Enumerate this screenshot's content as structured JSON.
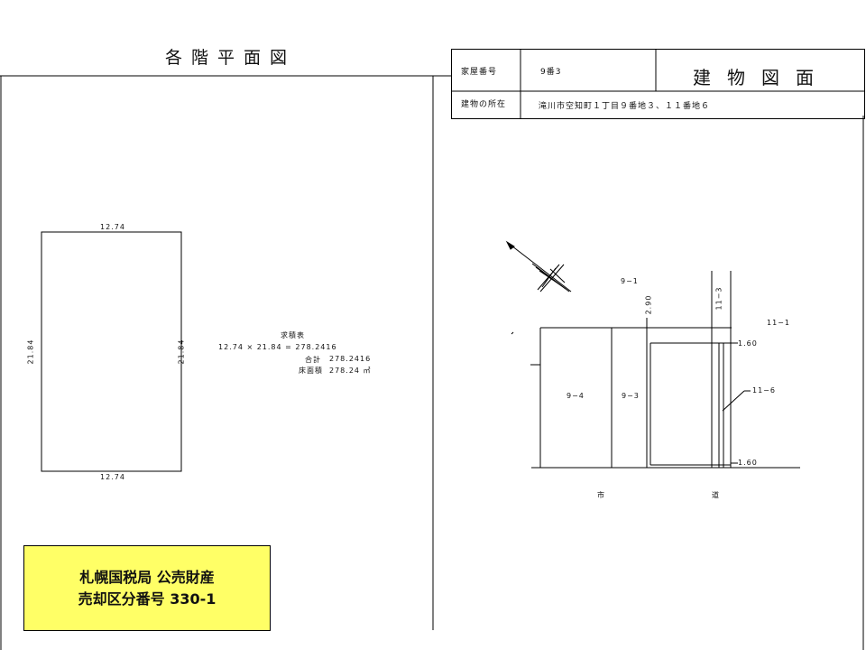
{
  "header": {
    "left_title": "各階平面図",
    "right_title": "建物図面"
  },
  "info": {
    "house_number_label": "家屋番号",
    "house_number_value": "9番3",
    "location_label": "建物の所在",
    "location_value": "滝川市空知町１丁目９番地３、１１番地６"
  },
  "floor_plan": {
    "top_width": "12.74",
    "bottom_width": "12.74",
    "left_height": "21.84",
    "right_height": "21.84"
  },
  "area_calc": {
    "title": "求積表",
    "formula": "12.74 × 21.84 = 278.2416",
    "total_label": "合計",
    "total_value": "278.2416",
    "floor_area_label": "床面積",
    "floor_area_value": "278.24 ㎡"
  },
  "site_plan": {
    "lot_9_1": "9−1",
    "lot_11_3": "11−3",
    "lot_11_1": "11−1",
    "lot_9_4": "9−4",
    "lot_9_3": "9−3",
    "lot_11_6": "11−6",
    "dim_2_90": "2.90",
    "dim_1_60_top": "1.60",
    "dim_1_60_bottom": "1.60",
    "road_shi": "市",
    "road_michi": "道"
  },
  "notice": {
    "line1": "札幌国税局 公売財産",
    "line2": "売却区分番号 330-1"
  }
}
